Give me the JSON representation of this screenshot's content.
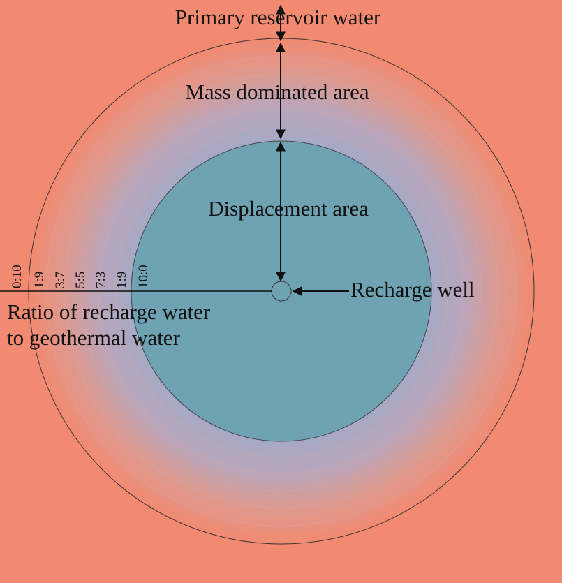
{
  "labels": {
    "primary_reservoir": "Primary reservoir water",
    "mass_dominated": "Mass dominated area",
    "displacement": "Displacement area",
    "recharge_well": "Recharge well",
    "ratio_line1": "Ratio of recharge water",
    "ratio_line2": "to geothermal water"
  },
  "ratio_scale": [
    "0:10",
    "1:9",
    "3:7",
    "5:5",
    "7:3",
    "1:9",
    "10:0"
  ],
  "colors": {
    "background": "#f28a72",
    "displacement_fill": "#6fa3b4",
    "transition_inner": "#a7a9c4",
    "outline": "#333333",
    "ring_lines": "#d9a6a0"
  }
}
